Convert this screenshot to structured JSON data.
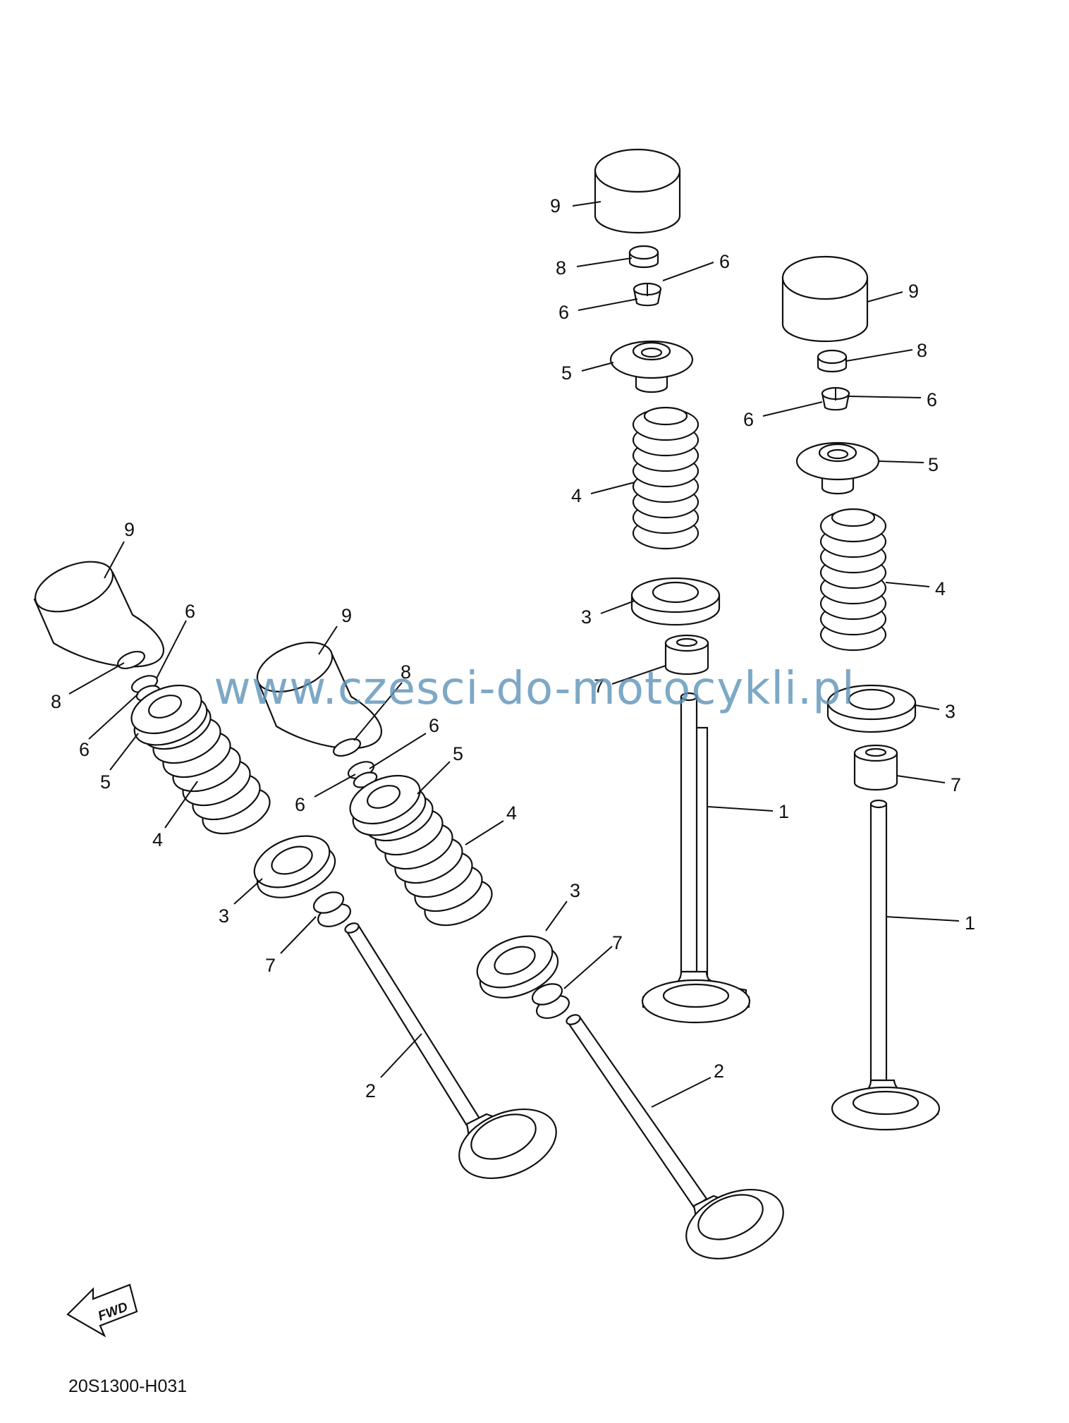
{
  "watermark": "www.czesci-do-motocykli.pl",
  "fwd_label": "FWD",
  "part_code": "20S1300-H031",
  "callouts": {
    "a9": "9",
    "a8": "8",
    "a6a": "6",
    "a6b": "6",
    "a5": "5",
    "a4": "4",
    "a3": "3",
    "a7": "7",
    "a2": "2",
    "b9": "9",
    "b8": "8",
    "b6a": "6",
    "b6b": "6",
    "b5": "5",
    "b4": "4",
    "b3": "3",
    "b7": "7",
    "b2": "2",
    "c9": "9",
    "c8": "8",
    "c6a": "6",
    "c6b": "6",
    "c5": "5",
    "c4": "4",
    "c3": "3",
    "c7": "7",
    "c1": "1",
    "d9": "9",
    "d8": "8",
    "d6a": "6",
    "d6b": "6",
    "d5": "5",
    "d4": "4",
    "d3": "3",
    "d7": "7",
    "d1": "1"
  }
}
